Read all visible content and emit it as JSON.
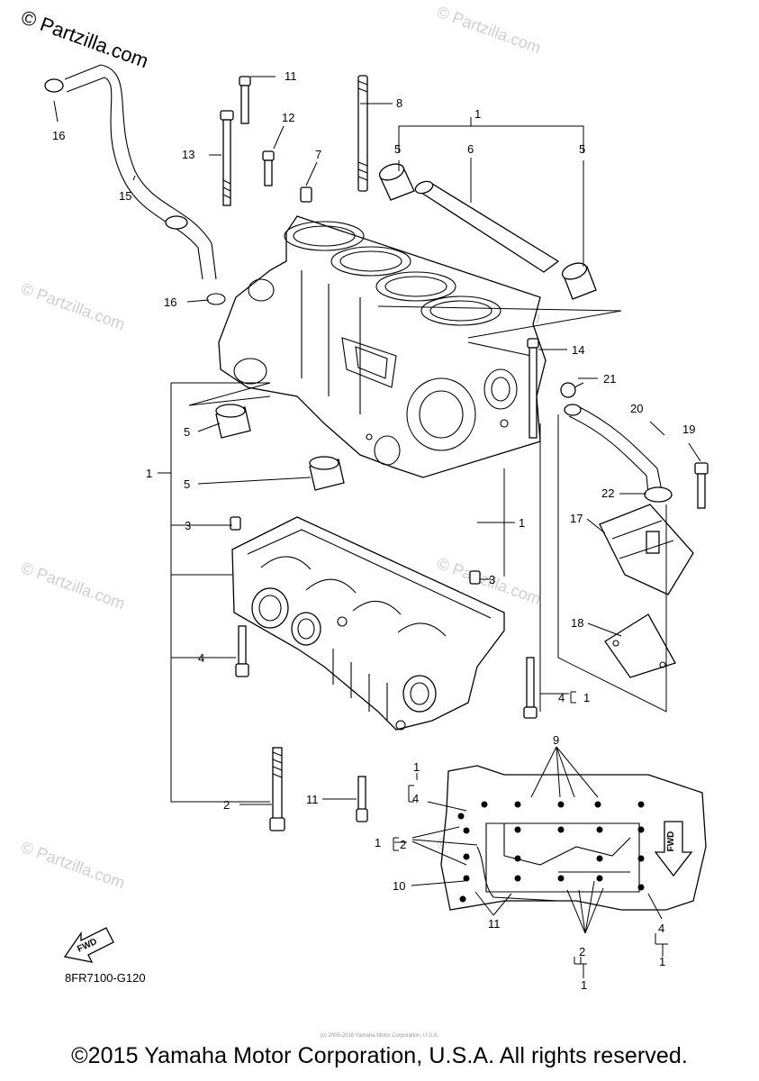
{
  "watermark": {
    "main": "© Partzilla.com",
    "repeat": "© Partzilla.com"
  },
  "diagram_code": "8FR7100-G120",
  "fwd_label": "FWD",
  "callouts": [
    "1",
    "2",
    "3",
    "4",
    "5",
    "6",
    "7",
    "8",
    "9",
    "10",
    "11",
    "12",
    "13",
    "14",
    "15",
    "16",
    "17",
    "18",
    "19",
    "20",
    "21",
    "22"
  ],
  "copyright": "©2015 Yamaha Motor Corporation, U.S.A. All rights reserved.",
  "fine_print": "(c) 2005-2016 Yamaha Motor Corporation, U.S.A."
}
